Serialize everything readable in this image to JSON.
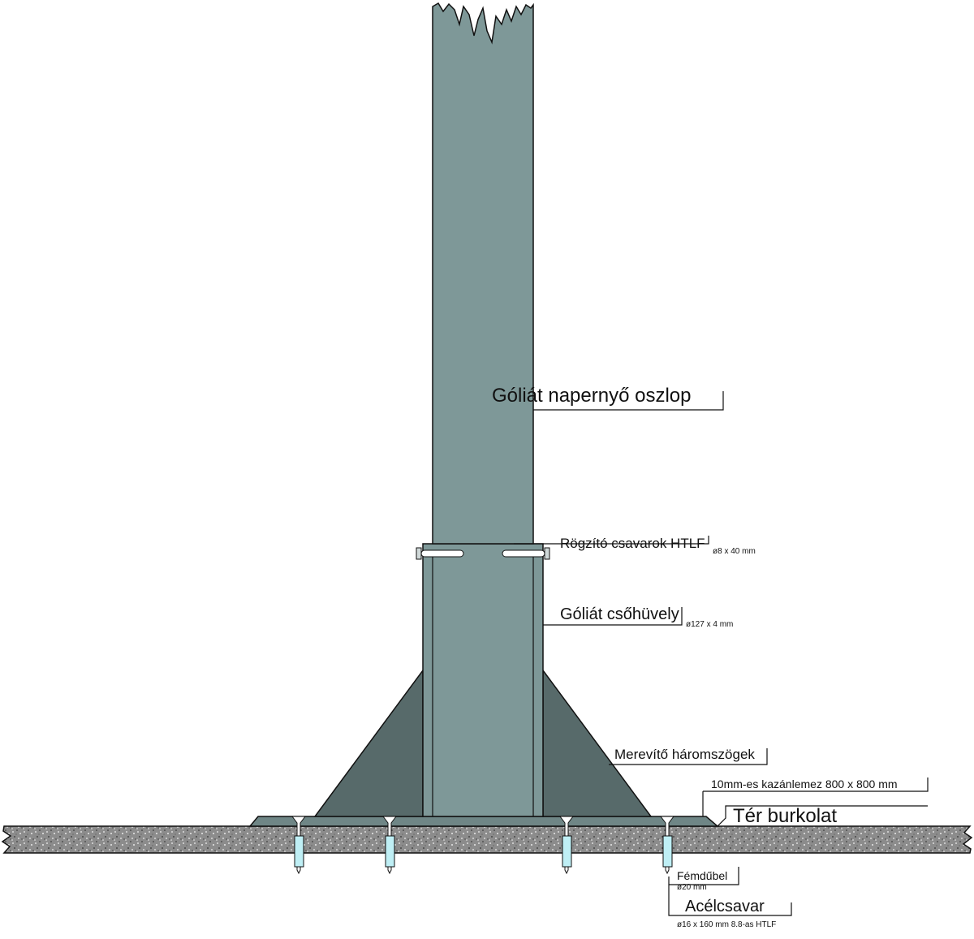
{
  "colors": {
    "pole": "#7e9898",
    "sleeve": "#7e9898",
    "gusset": "#576a6a",
    "plate": "#6f8686",
    "ground": "#8a8a8a",
    "dowel": "#bfeff5",
    "outline": "#111111"
  },
  "labels": {
    "pole": "Góliát napernyő oszlop",
    "fixing_screws": "Rögzító csavarok HTLF",
    "fixing_screws_spec": "ø8 x 40 mm",
    "sleeve": "Góliát csőhüvely",
    "sleeve_spec": "ø127 x 4 mm",
    "gussets": "Merevítő háromszögek",
    "base_plate": "10mm-es kazánlemez 800 x 800 mm",
    "paving": "Tér burkolat",
    "dowel": "Fémdűbel",
    "dowel_spec": "ø20 mm",
    "steel_bolt": "Acélcsavar",
    "steel_bolt_spec": "ø16 x 160 mm 8.8-as HTLF"
  }
}
